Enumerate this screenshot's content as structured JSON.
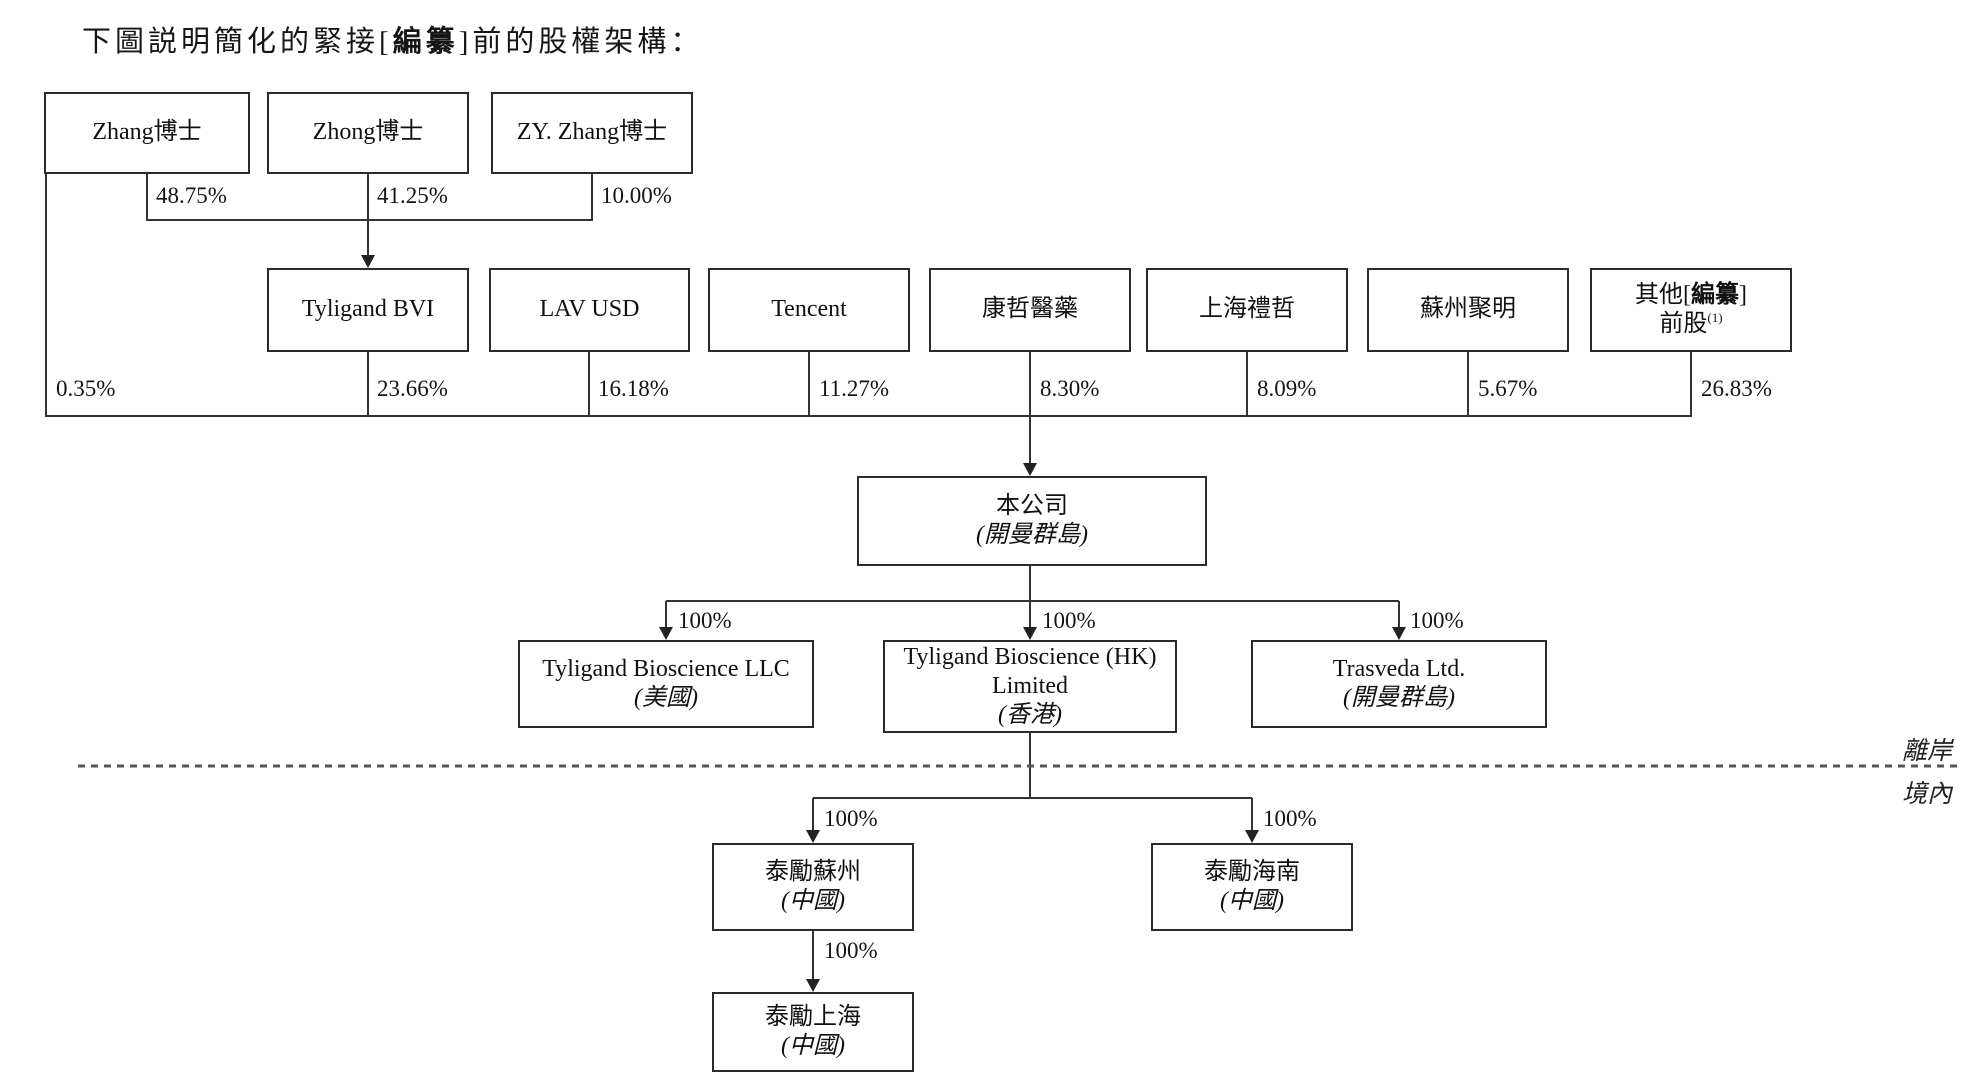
{
  "title": {
    "prefix": "下圖説明簡化的緊接[",
    "redacted": "編纂",
    "suffix": "]前的股權架構："
  },
  "nodes": {
    "zhang": {
      "name": "Zhang博士"
    },
    "zhong": {
      "name": "Zhong博士"
    },
    "zy": {
      "name": "ZY. Zhang博士"
    },
    "bvi": {
      "name": "Tyligand BVI"
    },
    "lav": {
      "name": "LAV USD"
    },
    "tencent": {
      "name": "Tencent"
    },
    "kangzhe": {
      "name": "康哲醫藥"
    },
    "lizhe": {
      "name": "上海禮哲"
    },
    "juming": {
      "name": "蘇州聚明"
    },
    "other": {
      "prefix": "其他[",
      "redacted": "編纂",
      "suffix": "]",
      "line2": "前股",
      "footnote": "(1)"
    },
    "company": {
      "name": "本公司",
      "jurisdiction": "(開曼群島)"
    },
    "llc": {
      "name": "Tyligand Bioscience LLC",
      "jurisdiction": "(美國)"
    },
    "hk": {
      "line1": "Tyligand Bioscience (HK)",
      "line2": "Limited",
      "jurisdiction": "(香港)"
    },
    "trasveda": {
      "name": "Trasveda Ltd.",
      "jurisdiction": "(開曼群島)"
    },
    "suzhou": {
      "name": "泰勵蘇州",
      "jurisdiction": "(中國)"
    },
    "hainan": {
      "name": "泰勵海南",
      "jurisdiction": "(中國)"
    },
    "shanghai": {
      "name": "泰勵上海",
      "jurisdiction": "(中國)"
    }
  },
  "percentages": {
    "zhang_to_bvi": "48.75%",
    "zhong_to_bvi": "41.25%",
    "zy_to_bvi": "10.00%",
    "zhang_direct": "0.35%",
    "bvi": "23.66%",
    "lav": "16.18%",
    "tencent": "11.27%",
    "kangzhe": "8.30%",
    "lizhe": "8.09%",
    "juming": "5.67%",
    "other": "26.83%",
    "llc": "100%",
    "hk": "100%",
    "trasveda": "100%",
    "suzhou": "100%",
    "hainan": "100%",
    "shanghai": "100%"
  },
  "region_labels": {
    "offshore": "離岸",
    "onshore": "境內"
  }
}
